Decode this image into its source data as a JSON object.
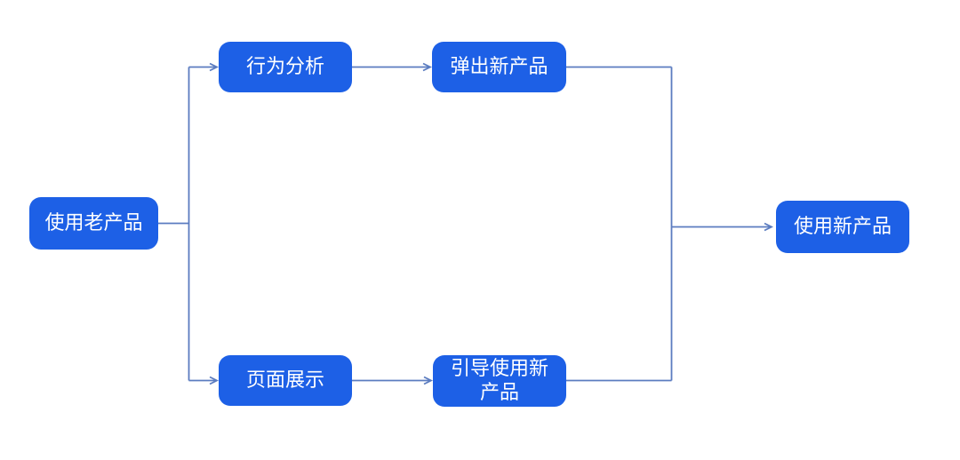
{
  "diagram": {
    "type": "flowchart",
    "colors": {
      "background": "#ffffff",
      "node_fill": "#1D60E6",
      "node_text": "#ffffff",
      "connector": "#5B7CC0"
    },
    "nodes": [
      {
        "id": "use-old-product",
        "label": "使用老产品"
      },
      {
        "id": "behavior-analysis",
        "label": "行为分析"
      },
      {
        "id": "popup-new-product",
        "label": "弹出新产品"
      },
      {
        "id": "page-display",
        "label": "页面展示"
      },
      {
        "id": "guide-use-new-product",
        "label": "引导使用新产品"
      },
      {
        "id": "use-new-product",
        "label": "使用新产品"
      }
    ],
    "edges": [
      {
        "from": "use-old-product",
        "to": "behavior-analysis",
        "arrow": true
      },
      {
        "from": "use-old-product",
        "to": "page-display",
        "arrow": true
      },
      {
        "from": "behavior-analysis",
        "to": "popup-new-product",
        "arrow": true
      },
      {
        "from": "page-display",
        "to": "guide-use-new-product",
        "arrow": true
      },
      {
        "from": "popup-new-product",
        "to": "use-new-product",
        "arrow": true
      },
      {
        "from": "guide-use-new-product",
        "to": "use-new-product",
        "arrow": true
      }
    ]
  }
}
